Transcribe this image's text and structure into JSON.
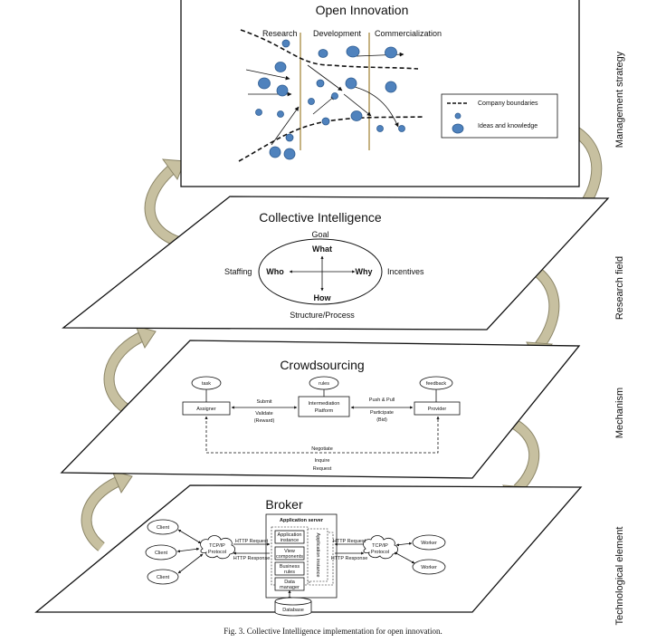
{
  "caption": "Fig. 3.  Collective Intelligence implementation for open innovation.",
  "side_labels": {
    "management": "Management strategy",
    "research": "Research field",
    "mechanism": "Mechanism",
    "technological": "Technological element"
  },
  "open_innovation": {
    "title": "Open Innovation",
    "phases": [
      "Research",
      "Development",
      "Commercialization"
    ],
    "legend": {
      "boundaries": "Company boundaries",
      "ideas": "Ideas and knowledge"
    }
  },
  "collective_intelligence": {
    "title": "Collective Intelligence",
    "goal": "Goal",
    "what": "What",
    "who": "Who",
    "why": "Why",
    "how": "How",
    "staffing": "Staffing",
    "incentives": "Incentives",
    "structure": "Structure/Process"
  },
  "crowdsourcing": {
    "title": "Crowdsourcing",
    "task": "task",
    "rules": "rules",
    "feedback": "feedback",
    "assigner": "Assigner",
    "platform_line1": "Intermediation",
    "platform_line2": "Platform",
    "provider": "Provider",
    "submit": "Submit",
    "validate": "Validate",
    "reward": "(Reward)",
    "push_pull": "Push & Pull",
    "participate": "Participate",
    "bid": "(Bid)",
    "negotiate": "Negotiate",
    "inquire": "Inquire",
    "request": "Request"
  },
  "broker": {
    "title": "Broker",
    "app_server": "Application server",
    "app_instance_line1": "Application",
    "app_instance_line2": "instance",
    "view_line1": "View",
    "view_line2": "components",
    "business_line1": "Business",
    "business_line2": "rules",
    "data_line1": "Data",
    "data_line2": "manager",
    "database": "Database",
    "side_instance": "Application instance",
    "tcpip_line1": "TCP/IP",
    "tcpip_line2": "Protocol",
    "http_request": "HTTP Request",
    "http_response": "HTTP Response",
    "client": "Client",
    "worker": "Worker"
  }
}
